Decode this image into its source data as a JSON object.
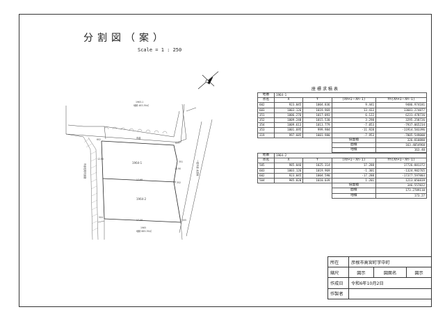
{
  "title": "分割図（案）",
  "scale": "Scale = 1 : 250",
  "plan": {
    "parcel_1": "1964-1",
    "parcel_2": "1964-2",
    "parcel_top": "1963-1",
    "parcel_top_area": "地積 483.39㎡",
    "parcel_bottom": "1965",
    "parcel_bottom_area": "地積 885.39㎡",
    "road_label": "市道",
    "road_right": "一般市道 太田線",
    "road_left": "市道松尾町道路",
    "pt_602": "602",
    "pt_603": "603",
    "pt_351": "351",
    "pt_352": "352",
    "pt_504": "504",
    "pt_505": "505",
    "dim_1": "17.68",
    "dim_2": "17.58",
    "dim_3": "12.60",
    "dim_4": "10.90"
  },
  "coord_title": "座標求積表",
  "table1": {
    "lot_label": "地番",
    "lot": "1964-1",
    "pt_label": "点名",
    "head_x": "X",
    "head_y": "Y",
    "head_dx": "(Xn+1－Xn-1)",
    "head_prod": "Yn(Xn+1－Xn-1)",
    "rows": [
      {
        "p": "602",
        "x": "923.045",
        "y": "1004.836",
        "d": "9.441",
        "v": "9486.974181"
      },
      {
        "p": "603",
        "x": "1003.126",
        "y": "1019.969",
        "d": "13.433",
        "v": "13681.274877"
      },
      {
        "p": "351",
        "x": "1006.276",
        "y": "1017.093",
        "d": "6.122",
        "v": "6231.478726"
      },
      {
        "p": "352",
        "x": "1009.248",
        "y": "1015.530",
        "d": "3.298",
        "v": "3295.258726"
      },
      {
        "p": "354",
        "x": "1009.613",
        "y": "1013.779",
        "d": "-7.053",
        "v": "-7937.065234"
      },
      {
        "p": "353",
        "x": "1001.695",
        "y": "999.984",
        "d": "-11.928",
        "v": "-11914.583396"
      },
      {
        "p": "319",
        "x": "997.685",
        "y": "1001.980",
        "d": "-7.953",
        "v": "-7805.549000"
      }
    ],
    "double_area_label": "倍面積",
    "double_area": "326.810880",
    "area_label": "面積",
    "area": "163.4054960",
    "chiseki_label": "地積",
    "chiseki": "163.40"
  },
  "table2": {
    "lot_label": "地番",
    "lot": "1964-2",
    "pt_label": "点名",
    "head_x": "X",
    "head_y": "Y",
    "head_dx": "(Xn+1－Xn-1)",
    "head_prod": "Yn(Xn+1－Xn-1)",
    "rows": [
      {
        "p": "505",
        "x": "985.046",
        "y": "1025.314",
        "d": "17.288",
        "v": "17726.881372"
      },
      {
        "p": "603",
        "x": "1003.126",
        "y": "1019.969",
        "d": "-1.301",
        "v": "-1324.982765"
      },
      {
        "p": "602",
        "x": "923.045",
        "y": "1004.590",
        "d": "-17.288",
        "v": "-17377.597803"
      },
      {
        "p": "504",
        "x": "985.820",
        "y": "1010.039",
        "d": "1.201",
        "v": "1213.056839"
      }
    ],
    "double_area_label": "倍面積",
    "double_area": "346.557822",
    "area_label": "面積",
    "area": "173.2789110",
    "chiseki_label": "地積",
    "chiseki": "173.27"
  },
  "info": {
    "location_label": "所在",
    "location": "彦根市高宮町字中町",
    "scale_label": "縮尺",
    "scale": "図示",
    "drawing_no_label": "図面名",
    "drawing_no": "図示",
    "date_label": "作成日",
    "date": "令和6年10月2日",
    "author_label": "作製者",
    "author": ""
  }
}
